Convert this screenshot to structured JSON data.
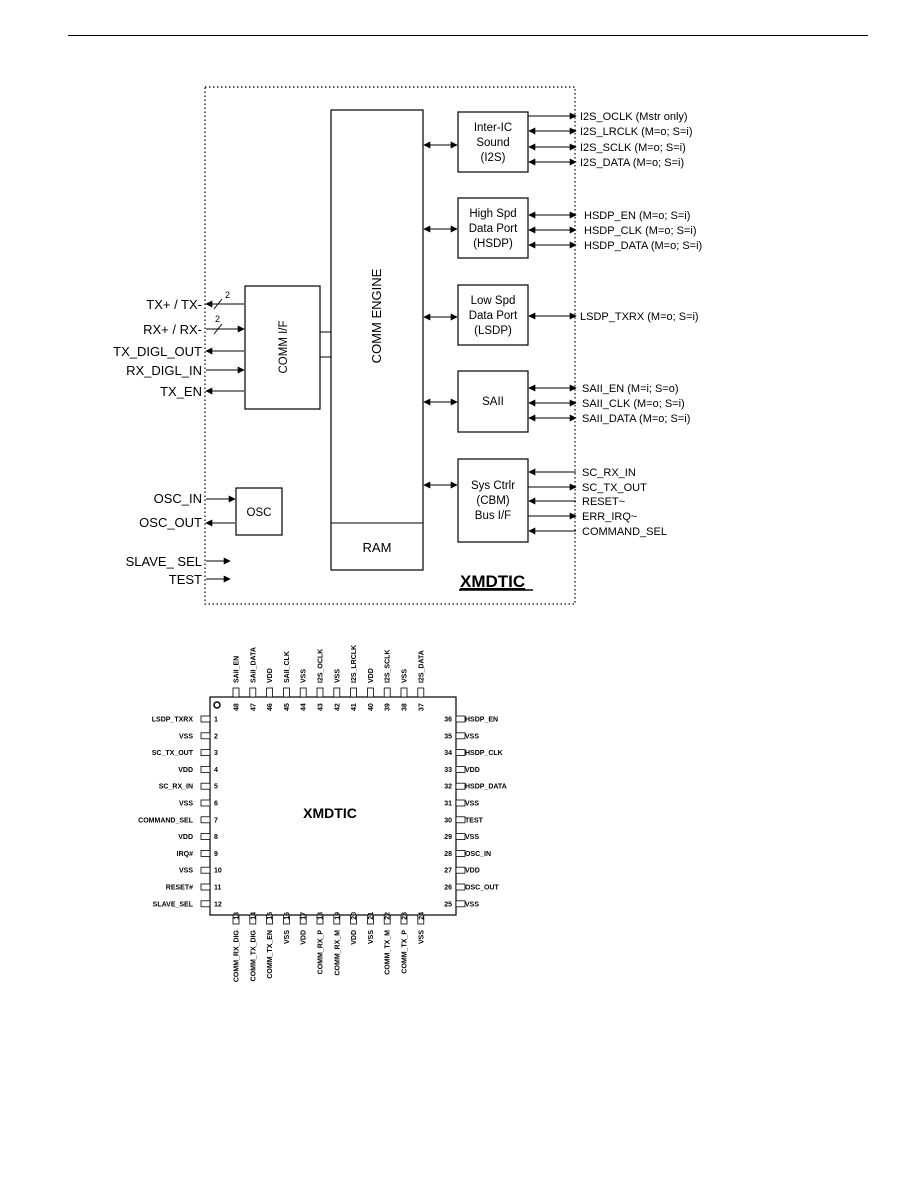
{
  "block_diagram": {
    "chip_title": "XMDTIC",
    "comm_engine": "COMM ENGINE",
    "ram": "RAM",
    "comm_if": "COMM I/F",
    "osc": "OSC",
    "i2s_block": [
      "Inter-IC",
      "Sound",
      "(I2S)"
    ],
    "hsdp_block": [
      "High Spd",
      "Data Port",
      "(HSDP)"
    ],
    "lsdp_block": [
      "Low Spd",
      "Data Port",
      "(LSDP)"
    ],
    "saii_block": [
      "SAII"
    ],
    "sysctrl_block": [
      "Sys Ctrlr",
      "(CBM)",
      "Bus I/F"
    ],
    "bus_width": "2",
    "left_signals": [
      "TX+ / TX-",
      "RX+ / RX-",
      "TX_DIGL_OUT",
      "RX_DIGL_IN",
      "TX_EN",
      "OSC_IN",
      "OSC_OUT",
      "SLAVE_ SEL",
      "TEST"
    ],
    "i2s_signals": [
      "I2S_OCLK (Mstr only)",
      "I2S_LRCLK (M=o; S=i)",
      "I2S_SCLK (M=o; S=i)",
      "I2S_DATA  (M=o; S=i)"
    ],
    "hsdp_signals": [
      "HSDP_EN  (M=o; S=i)",
      "HSDP_CLK (M=o; S=i)",
      "HSDP_DATA (M=o; S=i)"
    ],
    "lsdp_signals": [
      "LSDP_TXRX (M=o; S=i)"
    ],
    "saii_signals": [
      "SAII_EN (M=i; S=o)",
      "SAII_CLK (M=o; S=i)",
      "SAII_DATA (M=o; S=i)"
    ],
    "sysctrl_signals": [
      "SC_RX_IN",
      "SC_TX_OUT",
      "RESET~",
      "ERR_IRQ~",
      "COMMAND_SEL"
    ]
  },
  "pinout": {
    "chip_label": "XMDTIC",
    "left_pins": [
      {
        "num": "1",
        "name": "LSDP_TXRX"
      },
      {
        "num": "2",
        "name": "VSS"
      },
      {
        "num": "3",
        "name": "SC_TX_OUT"
      },
      {
        "num": "4",
        "name": "VDD"
      },
      {
        "num": "5",
        "name": "SC_RX_IN"
      },
      {
        "num": "6",
        "name": "VSS"
      },
      {
        "num": "7",
        "name": "COMMAND_SEL"
      },
      {
        "num": "8",
        "name": "VDD"
      },
      {
        "num": "9",
        "name": "IRQ#"
      },
      {
        "num": "10",
        "name": "VSS"
      },
      {
        "num": "11",
        "name": "RESET#"
      },
      {
        "num": "12",
        "name": "SLAVE_SEL"
      }
    ],
    "bottom_pins": [
      {
        "num": "13",
        "name": "COMM_RX_DIG"
      },
      {
        "num": "14",
        "name": "COMM_TX_DIG"
      },
      {
        "num": "15",
        "name": "COMM_TX_EN"
      },
      {
        "num": "16",
        "name": "VSS"
      },
      {
        "num": "17",
        "name": "VDD"
      },
      {
        "num": "18",
        "name": "COMM_RX_P"
      },
      {
        "num": "19",
        "name": "COMM_RX_M"
      },
      {
        "num": "20",
        "name": "VDD"
      },
      {
        "num": "21",
        "name": "VSS"
      },
      {
        "num": "22",
        "name": "COMM_TX_M"
      },
      {
        "num": "23",
        "name": "COMM_TX_P"
      },
      {
        "num": "24",
        "name": "VSS"
      }
    ],
    "right_pins": [
      {
        "num": "36",
        "name": "HSDP_EN"
      },
      {
        "num": "35",
        "name": "VSS"
      },
      {
        "num": "34",
        "name": "HSDP_CLK"
      },
      {
        "num": "33",
        "name": "VDD"
      },
      {
        "num": "32",
        "name": "HSDP_DATA"
      },
      {
        "num": "31",
        "name": "VSS"
      },
      {
        "num": "30",
        "name": "TEST"
      },
      {
        "num": "29",
        "name": "VSS"
      },
      {
        "num": "28",
        "name": "OSC_IN"
      },
      {
        "num": "27",
        "name": "VDD"
      },
      {
        "num": "26",
        "name": "OSC_OUT"
      },
      {
        "num": "25",
        "name": "VSS"
      }
    ],
    "top_pins": [
      {
        "num": "48",
        "name": "SAII_EN"
      },
      {
        "num": "47",
        "name": "SAII_DATA"
      },
      {
        "num": "46",
        "name": "VDD"
      },
      {
        "num": "45",
        "name": "SAII_CLK"
      },
      {
        "num": "44",
        "name": "VSS"
      },
      {
        "num": "43",
        "name": "I2S_OCLK"
      },
      {
        "num": "42",
        "name": "VSS"
      },
      {
        "num": "41",
        "name": "I2S_LRCLK"
      },
      {
        "num": "40",
        "name": "VDD"
      },
      {
        "num": "39",
        "name": "I2S_SCLK"
      },
      {
        "num": "38",
        "name": "VSS"
      },
      {
        "num": "37",
        "name": "I2S_DATA"
      }
    ]
  }
}
